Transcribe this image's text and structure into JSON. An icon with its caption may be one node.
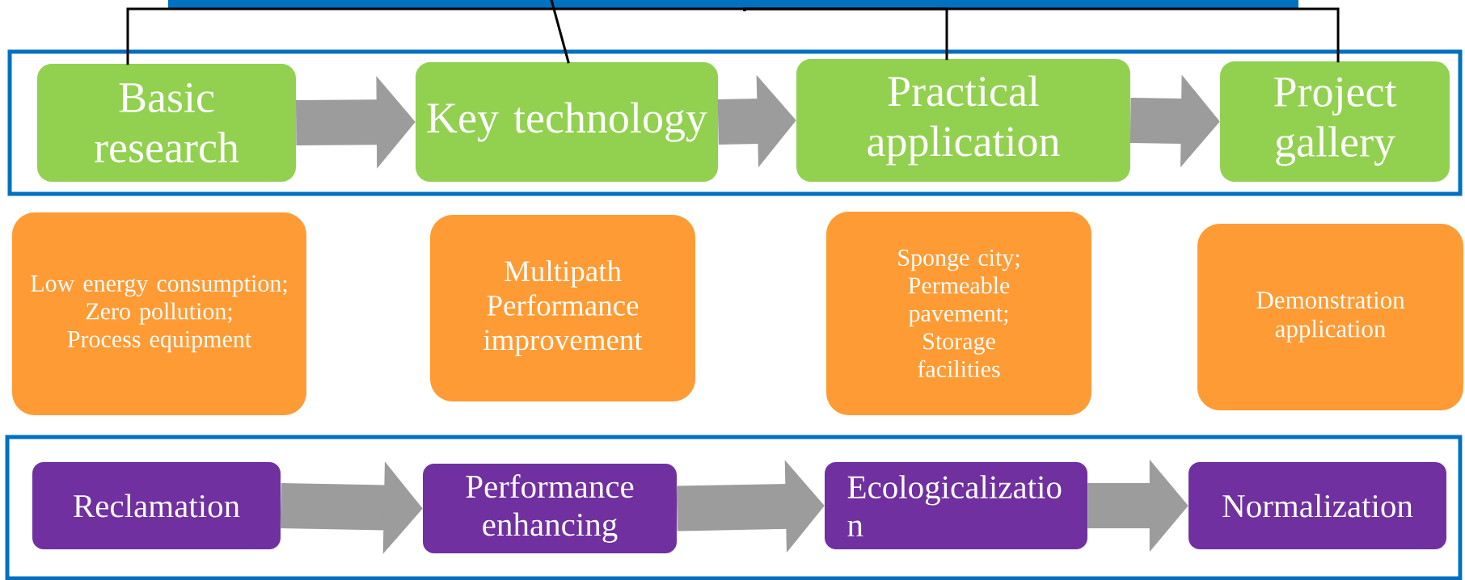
{
  "diagram": {
    "nodes": [
      {
        "text": [],
        "shape": "bar"
      },
      {
        "text": [],
        "shape": "box"
      },
      {
        "text": [
          "Basic research"
        ],
        "in": 1
      },
      {
        "text": [
          "Key technology"
        ],
        "in": 1
      },
      {
        "text": [
          "Practical application"
        ],
        "in": 1
      },
      {
        "text": [
          "Project gallery"
        ],
        "in": 1
      },
      {
        "text": [
          "Low energy consumption; Zero pollution; Process equipment"
        ]
      },
      {
        "text": [
          "Multipath Performance improvement"
        ]
      },
      {
        "text": [
          "Sponge city; Permeable pavement; Storage facilities"
        ]
      },
      {
        "text": [
          "Demonstration application"
        ]
      },
      {
        "text": [],
        "shape": "box"
      },
      {
        "text": [
          "Reclamation"
        ],
        "in": 10
      },
      {
        "text": [
          "Performance enhancing"
        ],
        "in": 10
      },
      {
        "text": [
          "Ecologicalizatio n"
        ],
        "in": 10
      },
      {
        "text": [
          "Normalization"
        ],
        "in": 10
      }
    ],
    "edges": [
      {
        "from": 0,
        "to": 2,
        "arrow": "none",
        "color": "#000000"
      },
      {
        "from": 0,
        "to": 3,
        "arrow": "none",
        "color": "#000000"
      },
      {
        "from": 0,
        "to": 4,
        "arrow": "none",
        "color": "#000000"
      },
      {
        "from": 0,
        "to": 5,
        "arrow": "none",
        "color": "#000000"
      },
      {
        "from": 2,
        "to": 3,
        "arrow": "to"
      },
      {
        "from": 3,
        "to": 4,
        "arrow": "to"
      },
      {
        "from": 4,
        "to": 5,
        "arrow": "to"
      },
      {
        "from": 11,
        "to": 12,
        "arrow": "to"
      },
      {
        "from": 12,
        "to": 13,
        "arrow": "to"
      },
      {
        "from": 13,
        "to": 14,
        "arrow": "to"
      }
    ]
  }
}
